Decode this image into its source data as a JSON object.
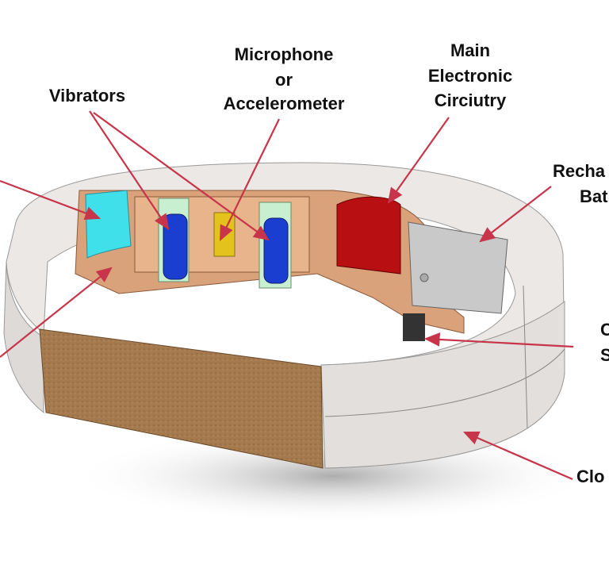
{
  "labels": {
    "vibrators": "Vibrators",
    "microphone": [
      "Microphone",
      "or",
      "Accelerometer"
    ],
    "main": [
      "Main",
      "Electronic",
      "Circiutry"
    ],
    "recharge": [
      "Recha",
      "Bat"
    ],
    "c_label": [
      "C",
      "S"
    ],
    "clo": "Clo"
  },
  "colors": {
    "arrow": "#c8344a",
    "shell": "#e9e6e4",
    "board": "#d9a27a",
    "vibrator": "#1a3fd0",
    "cyan_part": "#3fe0ea",
    "mic": "#e3c21c",
    "circuit": "#b80f12",
    "battery": "#c9c9c9",
    "pad": "#a47a4e"
  }
}
